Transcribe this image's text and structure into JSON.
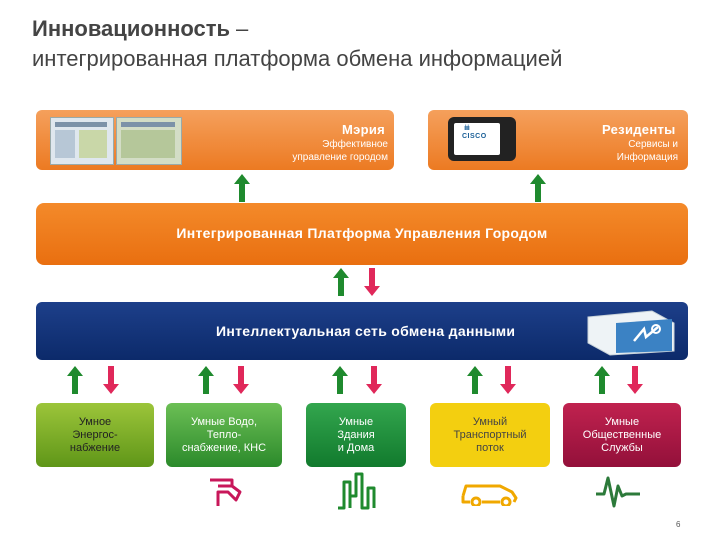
{
  "title": {
    "line1": "Инновационность",
    "line1_dash": "–",
    "line2": "интегрированная платформа обмена информацией"
  },
  "top_left": {
    "name": "Мэрия",
    "sub_line1": "Эффективное",
    "sub_line2": "управление городом"
  },
  "top_right": {
    "name": "Резиденты",
    "sub_line1": "Сервисы и",
    "sub_line2": "Информация",
    "logo_text": "CISCO"
  },
  "platform": {
    "label": "Интегрированная Платформа Управления Городом"
  },
  "network": {
    "label": "Интеллектуальная сеть обмена данными"
  },
  "cards": [
    {
      "lines": [
        "Умное",
        "Энергос-",
        "набжение"
      ]
    },
    {
      "lines": [
        "Умные Водо,",
        "Тепло-",
        "снабжение, КНС"
      ]
    },
    {
      "lines": [
        "Умные",
        "Здания",
        "и Дома"
      ]
    },
    {
      "lines": [
        "Умный",
        "Транспортный",
        "поток"
      ]
    },
    {
      "lines": [
        "Умные",
        "Общественные",
        "Службы"
      ]
    }
  ],
  "page_number": "6",
  "colors": {
    "orange": "#ec7a22",
    "navy": "#0c2a6a",
    "arrow_green": "#1f8a2e",
    "arrow_pink": "#e0285a"
  },
  "icons": [
    "faucet-icon",
    "building-icon",
    "car-icon",
    "heartbeat-icon"
  ]
}
